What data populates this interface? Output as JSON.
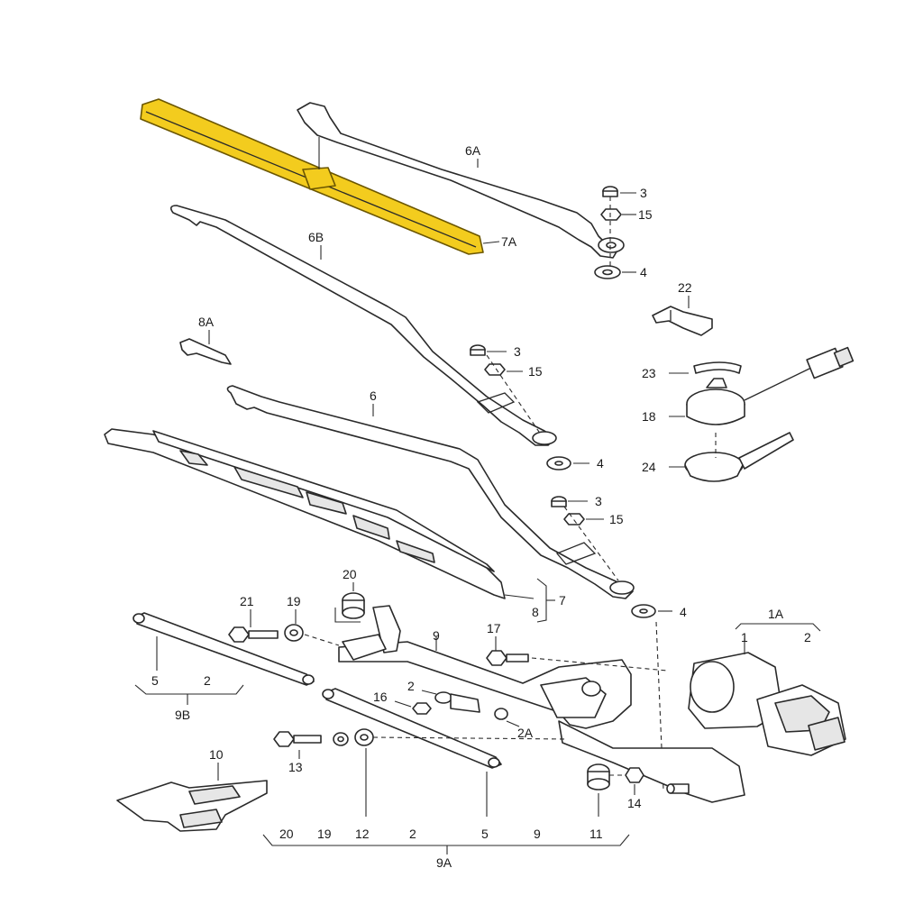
{
  "colors": {
    "highlight": "#f3cc1e",
    "line": "#2a2a2a",
    "background": "#ffffff"
  },
  "labels": {
    "l_6a": "6A",
    "l_3a": "3",
    "l_15a": "15",
    "l_7a": "7A",
    "l_4a": "4",
    "l_6b": "6B",
    "l_22": "22",
    "l_8a": "8A",
    "l_3b": "3",
    "l_15b": "15",
    "l_23": "23",
    "l_18": "18",
    "l_6": "6",
    "l_4b": "4",
    "l_24": "24",
    "l_3c": "3",
    "l_15c": "15",
    "l_20": "20",
    "l_7": "7",
    "l_8": "8",
    "l_4c": "4",
    "l_21": "21",
    "l_19": "19",
    "l_1a": "1A",
    "l_1": "1",
    "l_2r": "2",
    "l_9": "9",
    "l_17": "17",
    "l_5l": "5",
    "l_2l": "2",
    "l_9b": "9B",
    "l_2m": "2",
    "l_16": "16",
    "l_2a": "2A",
    "l_10": "10",
    "l_13": "13",
    "l_14": "14",
    "l_11": "11",
    "l_12": "12",
    "l_5m": "5",
    "b_20": "20",
    "b_19": "19",
    "b_12": "12",
    "b_2": "2",
    "b_5": "5",
    "b_9": "9",
    "b_11": "11",
    "l_9a": "9A"
  }
}
